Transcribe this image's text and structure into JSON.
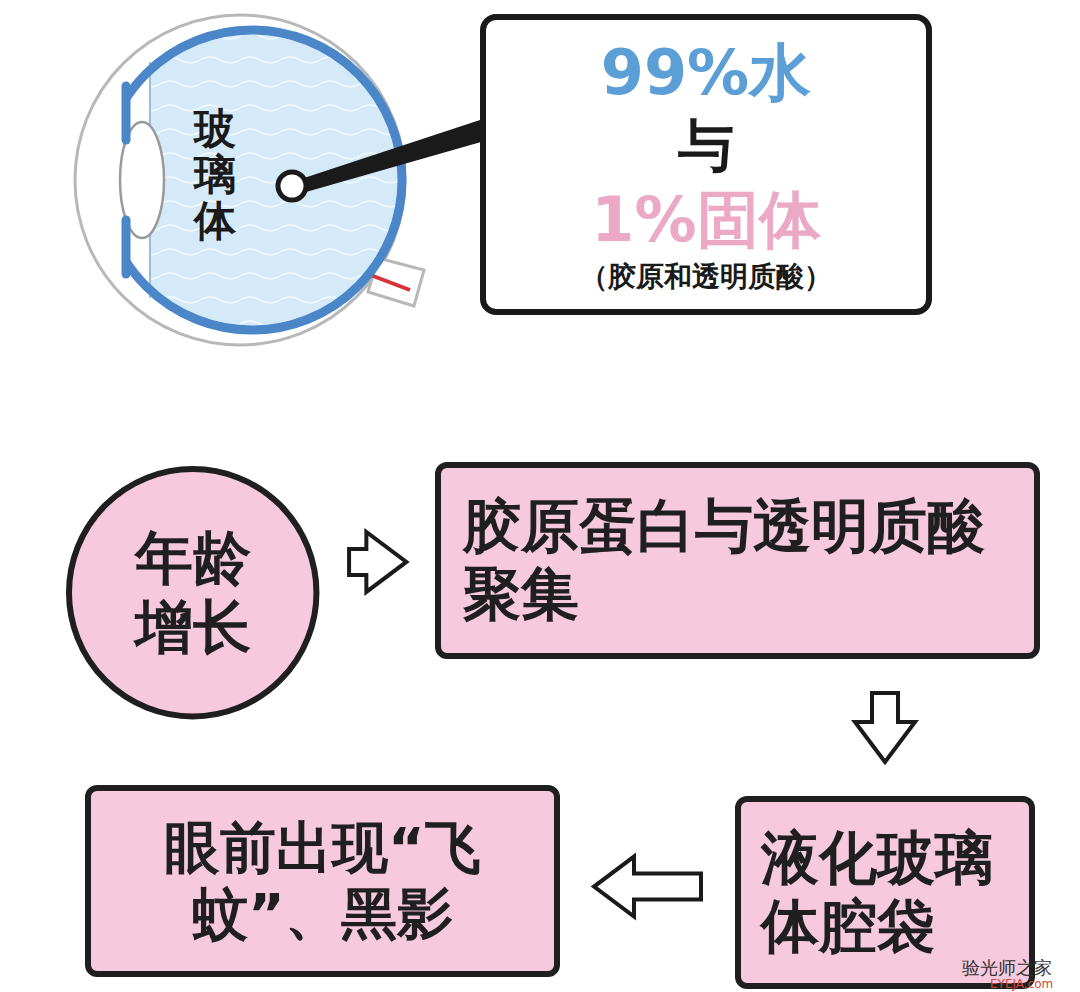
{
  "diagram": {
    "nodes": [
      {
        "text": [
          "99%水",
          "与",
          "1%固体",
          "（胶原和透明质酸）"
        ]
      },
      {
        "text": [
          "年龄增长"
        ]
      },
      {
        "text": [
          "胶原蛋白与透明质酸聚集"
        ]
      },
      {
        "text": [
          "液化玻璃体腔袋"
        ]
      },
      {
        "text": [
          "眼前出现“飞蚊”、黑影"
        ]
      }
    ],
    "edges": [
      {
        "from": 1,
        "to": 2,
        "arrow": "to"
      },
      {
        "from": 2,
        "to": 3,
        "arrow": "to"
      },
      {
        "from": 3,
        "to": 4,
        "arrow": "to"
      }
    ],
    "labels": [
      "玻璃体",
      "验光师之家",
      "EYEJA.com"
    ]
  }
}
